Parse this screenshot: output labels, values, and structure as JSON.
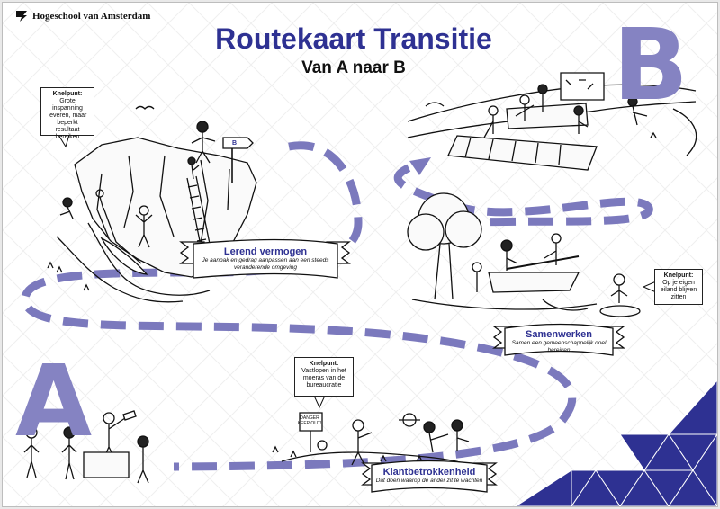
{
  "header": {
    "logo_text": "Hogeschool van Amsterdam",
    "title": "Routekaart Transitie",
    "subtitle": "Van A naar B"
  },
  "markers": {
    "start": "A",
    "end": "B",
    "sign_label": "B"
  },
  "bubbles": [
    {
      "title": "Knelpunt:",
      "text": "Grote inspanning leveren, maar beperkt resultaat bereiken"
    },
    {
      "title": "Knelpunt:",
      "text": "Op je eigen eiland blijven zitten"
    },
    {
      "title": "Knelpunt:",
      "text": "Vastlopen in het moeras van de bureaucratie"
    }
  ],
  "stages": [
    {
      "title": "Lerend vermogen",
      "subtitle": "Je aanpak en gedrag aanpassen aan een steeds veranderende omgeving"
    },
    {
      "title": "Samenwerken",
      "subtitle": "Samen een gemeenschappelijk doel bereiken"
    },
    {
      "title": "Klantbetrokkenheid",
      "subtitle": "Dat doen waarop de ander zit te wachten"
    }
  ],
  "signs": {
    "danger": "DANGER KEEP OUT!"
  },
  "colors": {
    "brand": "#2e3192",
    "route": "#7b79bd",
    "letters": "#8583c2",
    "triangles": "#2e3192"
  }
}
